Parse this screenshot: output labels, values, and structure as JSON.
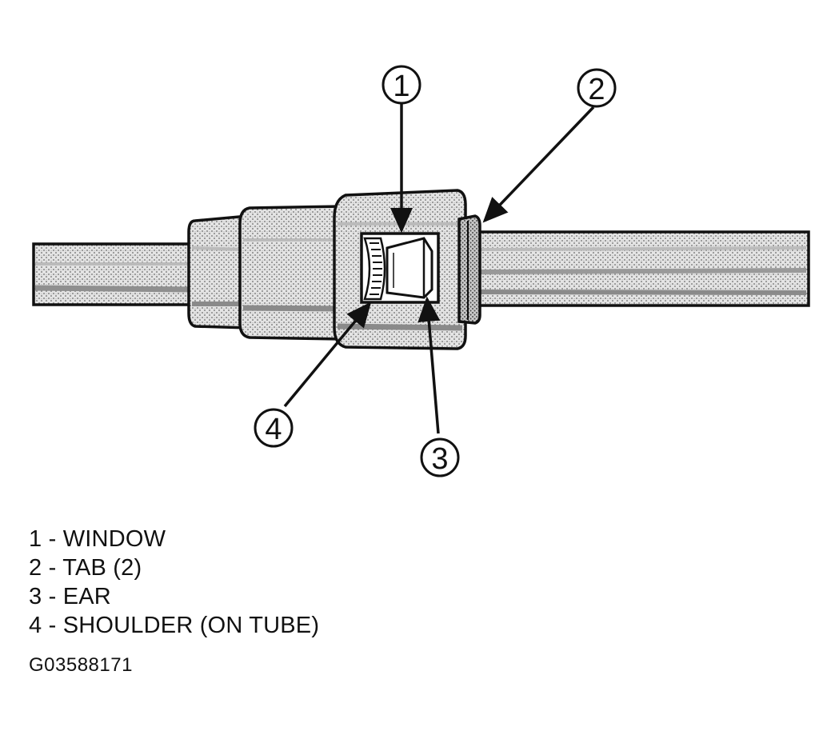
{
  "callouts": [
    {
      "number": "1"
    },
    {
      "number": "2"
    },
    {
      "number": "3"
    },
    {
      "number": "4"
    }
  ],
  "legend": [
    {
      "number": "1",
      "separator": " - ",
      "label": "WINDOW"
    },
    {
      "number": "2",
      "separator": " - ",
      "label": "TAB (2)"
    },
    {
      "number": "3",
      "separator": " - ",
      "label": "EAR"
    },
    {
      "number": "4",
      "separator": " - ",
      "label": "SHOULDER (ON TUBE)"
    }
  ],
  "figure_code": "G03588171"
}
